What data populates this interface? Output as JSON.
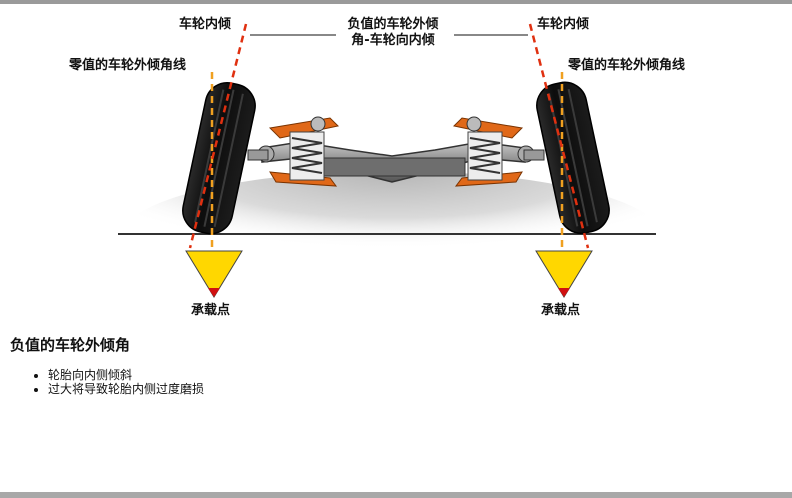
{
  "labels": {
    "camber_left": "车轮内倾",
    "camber_right": "车轮内倾",
    "center_line1": "负值的车轮外倾",
    "center_line2": "角-车轮向内倾",
    "zero_left": "零值的车轮外倾角线",
    "zero_right": "零值的车轮外倾角线",
    "load_left": "承载点",
    "load_right": "承载点"
  },
  "content": {
    "title": "负值的车轮外倾角",
    "bullets": [
      "轮胎向内侧倾斜",
      "过大将导致轮胎内侧过度磨损"
    ]
  },
  "colors": {
    "zero_line": "#f0a020",
    "camber_line": "#e03010",
    "suspension": "#e06818",
    "load_triangle": "#ffd700",
    "tire": "#101010"
  }
}
